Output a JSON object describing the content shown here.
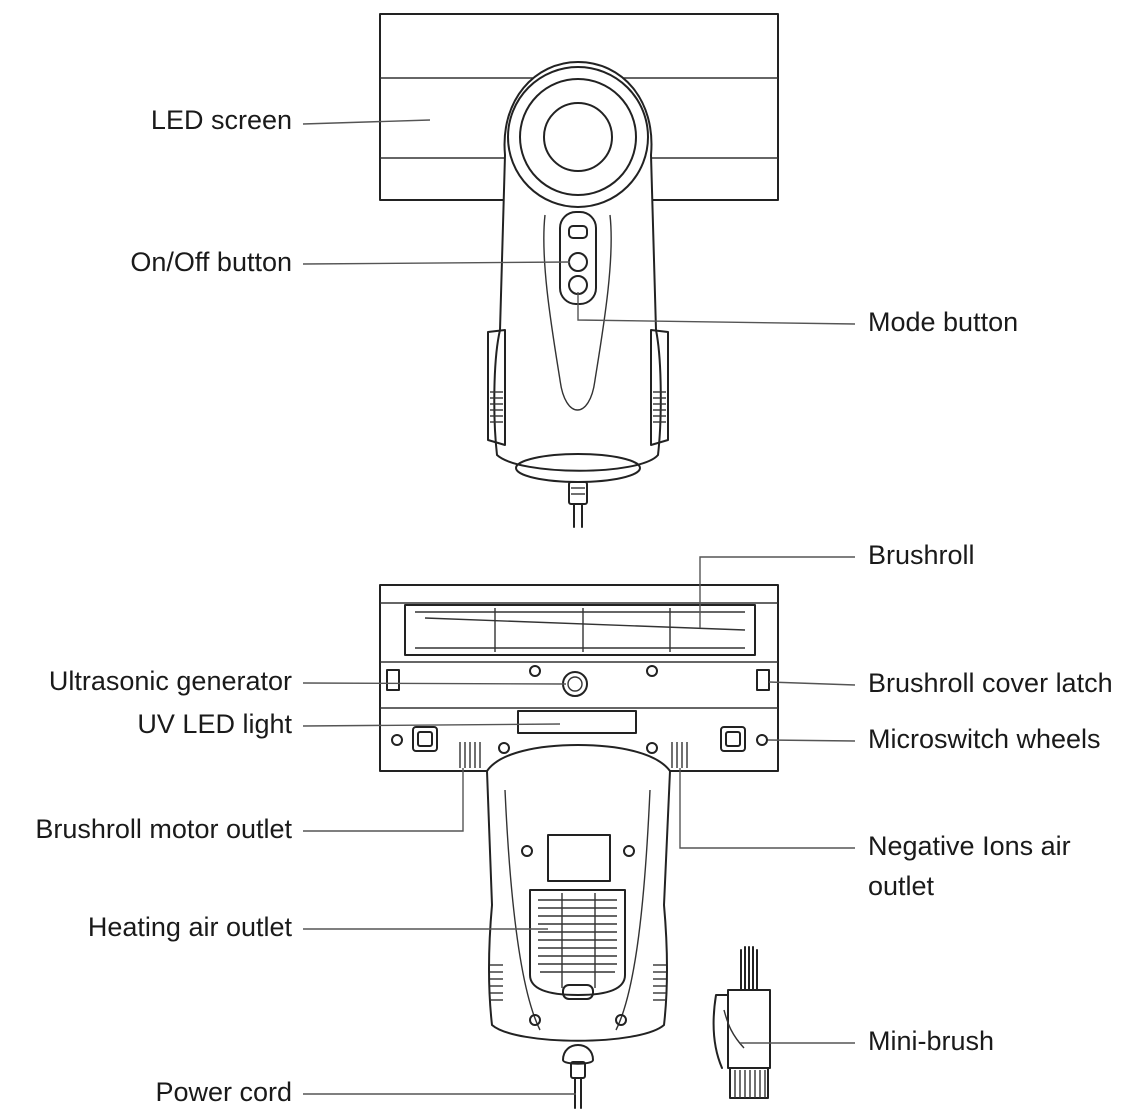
{
  "labels": {
    "led_screen": "LED screen",
    "on_off_button": "On/Off button",
    "mode_button": "Mode button",
    "brushroll": "Brushroll",
    "ultrasonic_generator": "Ultrasonic generator",
    "brushroll_cover_latch": "Brushroll cover latch",
    "uv_led_light": "UV LED light",
    "microswitch_wheels": "Microswitch wheels",
    "brushroll_motor_outlet": "Brushroll motor outlet",
    "negative_ions_air_outlet_line1": "Negative Ions air",
    "negative_ions_air_outlet_line2": "outlet",
    "heating_air_outlet": "Heating air outlet",
    "mini_brush": "Mini-brush",
    "power_cord": "Power cord"
  }
}
